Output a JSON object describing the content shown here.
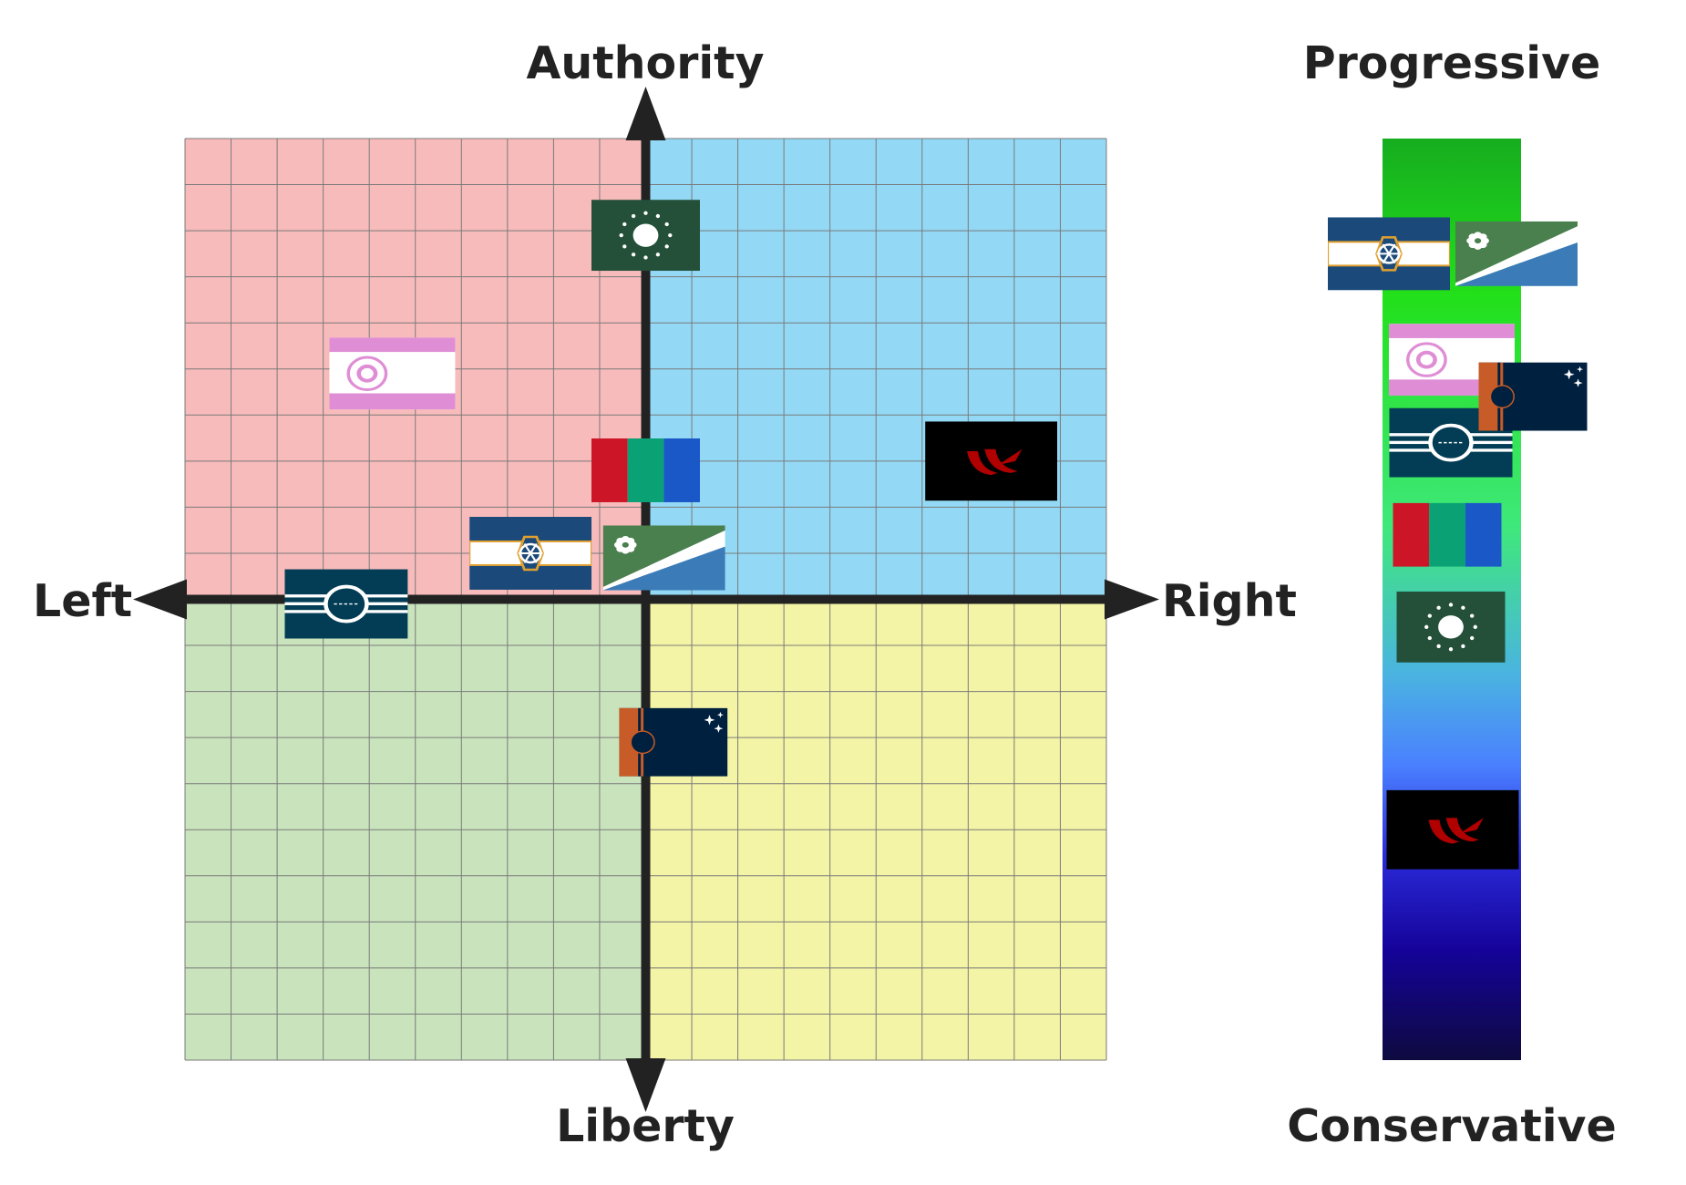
{
  "chart_data": {
    "type": "scatter",
    "title": "",
    "axes": {
      "top_label": "Authority",
      "bottom_label": "Liberty",
      "left_label": "Left",
      "right_label": "Right",
      "xlim": [
        -10,
        10
      ],
      "ylim": [
        -10,
        10
      ],
      "grid": true,
      "grid_divisions": 20
    },
    "quadrant_colors": {
      "auth_left": "#f8bbbb",
      "auth_right": "#93d9f6",
      "lib_left": "#c9e4bc",
      "lib_right": "#f4f4a6"
    },
    "side_scale": {
      "top_label": "Progressive",
      "bottom_label": "Conservative",
      "range": [
        -10,
        10
      ],
      "gradient": [
        "#16ad1f",
        "#22e01a",
        "#3fe87a",
        "#4ab4e0",
        "#4a80ff",
        "#2a2ad8",
        "#15039a",
        "#0e0a3f"
      ]
    },
    "points": [
      {
        "flag": "green-star-flag",
        "x": 0.0,
        "y": 7.9,
        "progressive": -0.6
      },
      {
        "flag": "pink-white-flag",
        "x": -5.5,
        "y": 4.9,
        "progressive": 5.2
      },
      {
        "flag": "red-green-blue-tricolor-flag",
        "x": 0.0,
        "y": 2.8,
        "progressive": 1.4
      },
      {
        "flag": "black-red-emblem-flag",
        "x": 7.5,
        "y": 3.0,
        "progressive": -5.0
      },
      {
        "flag": "blue-hexagon-wheel-flag",
        "x": -2.5,
        "y": 1.0,
        "progressive": 7.5
      },
      {
        "flag": "green-blue-diagonal-flag",
        "x": 0.4,
        "y": 0.9,
        "progressive": 7.5
      },
      {
        "flag": "teal-ring-stripes-flag",
        "x": -6.5,
        "y": -0.1,
        "progressive": 3.4
      },
      {
        "flag": "orange-navy-stars-flag",
        "x": 0.6,
        "y": -3.1,
        "progressive": 4.4
      }
    ]
  }
}
